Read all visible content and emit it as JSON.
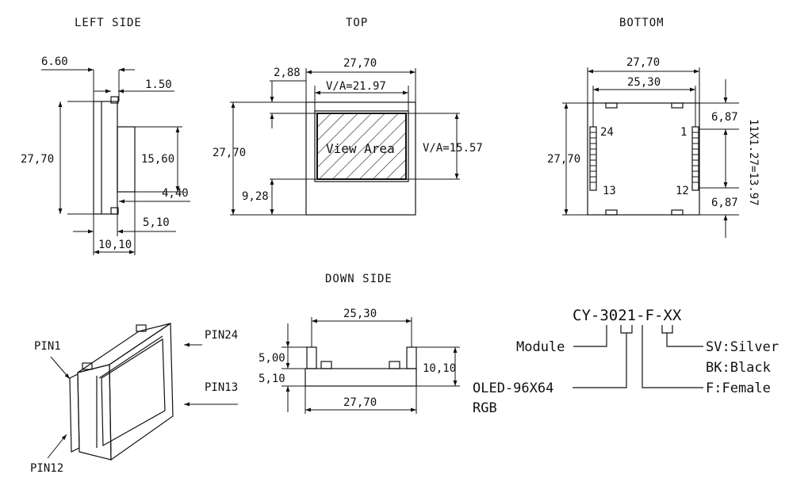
{
  "views": {
    "left_side": {
      "title": "LEFT SIDE",
      "dims": {
        "top_width": "6.60",
        "flange": "1.50",
        "height": "27,70",
        "panel": "15,60",
        "gap": "4,40",
        "base": "5,10",
        "depth": "10,10"
      }
    },
    "top": {
      "title": "TOP",
      "dims": {
        "width": "27,70",
        "height": "27,70",
        "offset_top": "2,88",
        "va_width": "V/A=21.97",
        "va_height": "V/A=15.57",
        "offset_bottom": "9,28"
      },
      "view_area_label": "View Area"
    },
    "bottom": {
      "title": "BOTTOM",
      "dims": {
        "width": "27,70",
        "inner": "25,30",
        "height": "27,70",
        "edge_top": "6,87",
        "edge_bottom": "6,87",
        "pitch": "11X1.27=13.97"
      },
      "pins": {
        "p24": "24",
        "p1": "1",
        "p13": "13",
        "p12": "12"
      }
    },
    "down_side": {
      "title": "DOWN SIDE",
      "dims": {
        "inner": "25,30",
        "outer": "27,70",
        "pin_height": "5,00",
        "body_height": "5,10",
        "total": "10,10"
      }
    },
    "iso": {
      "pin1": "PIN1",
      "pin24": "PIN24",
      "pin13": "PIN13",
      "pin12": "PIN12"
    }
  },
  "part_number": {
    "code": "CY-3021-F-XX",
    "module": "Module",
    "type_line1": "OLED-96X64",
    "type_line2": "RGB",
    "sv": "SV:Silver",
    "bk": "BK:Black",
    "f": "F:Female"
  }
}
